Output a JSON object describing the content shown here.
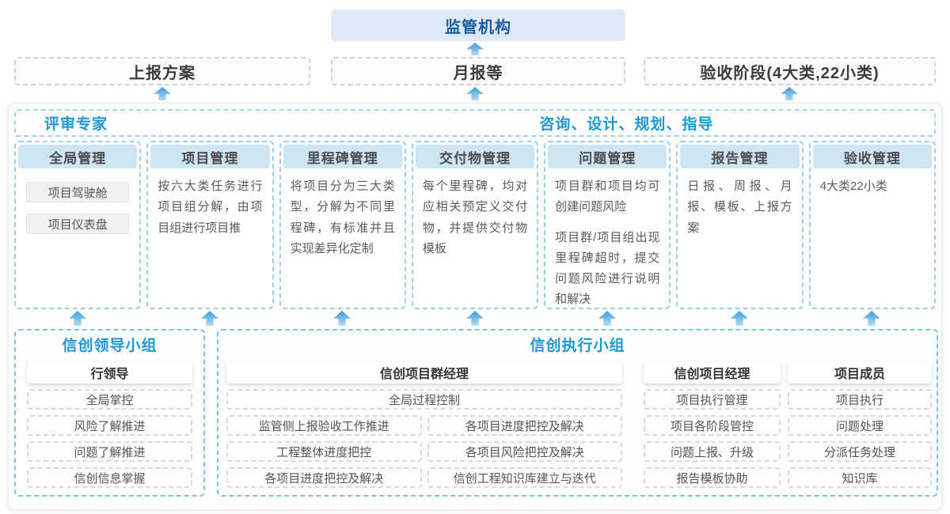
{
  "colors": {
    "accent_blue": "#1e97d6",
    "dark_blue": "#1a5ba4",
    "column_border_blue": "#9ccfec",
    "group_border_blue": "#7cc5ea",
    "header_fill_blue": "#cde4f3",
    "regulator_fill": "#dde9f4",
    "arrow_gradient_top": "#3e9dd8",
    "arrow_gradient_bottom": "#b3ddf4"
  },
  "top": {
    "regulator": "监管机构"
  },
  "flow": {
    "report_plan": "上报方案",
    "monthly": "月报等",
    "acceptance": "验收阶段(4大类,22小类)"
  },
  "strip": {
    "experts": "评审专家",
    "consulting": "咨询、设计、规划、指导"
  },
  "columns": [
    {
      "title": "全局管理",
      "chips": [
        "项目驾驶舱",
        "项目仪表盘"
      ]
    },
    {
      "title": "项目管理",
      "paragraphs": [
        "按六大类任务进行项目组分解，由项目组进行项目推"
      ]
    },
    {
      "title": "里程碑管理",
      "paragraphs": [
        "将项目分为三大类型，分解为不同里程碑，有标准并且实现差异化定制"
      ]
    },
    {
      "title": "交付物管理",
      "paragraphs": [
        "每个里程碑，均对应相关预定义交付物，并提供交付物模板"
      ]
    },
    {
      "title": "问题管理",
      "paragraphs": [
        "项目群和项目均可创建问题风险",
        "项目群/项目组出现里程碑超时，提交问题风险进行说明和解决"
      ]
    },
    {
      "title": "报告管理",
      "paragraphs": [
        "日报、周报、月报、模板、上报方案"
      ]
    },
    {
      "title": "验收管理",
      "paragraphs": [
        "4大类22小类"
      ]
    }
  ],
  "groups": {
    "leader": {
      "title": "信创领导小组",
      "role": "行领导",
      "items": [
        "全局掌控",
        "风险了解推进",
        "问题了解推进",
        "信创信息掌握"
      ]
    },
    "executor": {
      "title": "信创执行小组",
      "program_manager": {
        "role": "信创项目群经理",
        "full_item": "全局过程控制",
        "left_items": [
          "监管侧上报验收工作推进",
          "工程整体进度把控",
          "各项目进度把控及解决"
        ],
        "right_items": [
          "各项目进度把控及解决",
          "各项目风险把控及解决",
          "信创工程知识库建立与迭代"
        ]
      },
      "project_manager": {
        "role": "信创项目经理",
        "items": [
          "项目执行管理",
          "项目各阶段管控",
          "问题上报、升级",
          "报告模板协助"
        ]
      },
      "member": {
        "role": "项目成员",
        "items": [
          "项目执行",
          "问题处理",
          "分派任务处理",
          "知识库"
        ]
      }
    }
  }
}
